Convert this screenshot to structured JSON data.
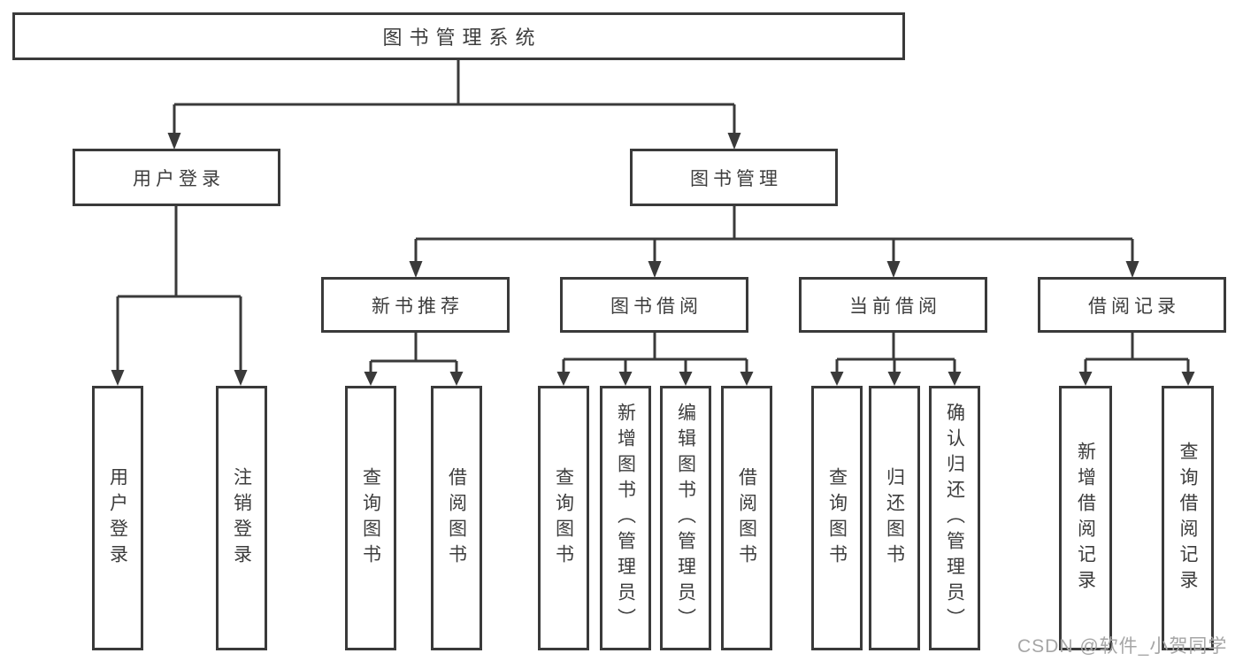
{
  "tree": {
    "root": {
      "label": "图书管理系统"
    },
    "branches": [
      {
        "label": "用户登录",
        "children": [
          {
            "label": "用户登录"
          },
          {
            "label": "注销登录"
          }
        ]
      },
      {
        "label": "图书管理",
        "children": [
          {
            "label": "新书推荐",
            "children": [
              {
                "label": "查询图书"
              },
              {
                "label": "借阅图书"
              }
            ]
          },
          {
            "label": "图书借阅",
            "children": [
              {
                "label": "查询图书"
              },
              {
                "label": "新增图书（管理员）"
              },
              {
                "label": "编辑图书（管理员）"
              },
              {
                "label": "借阅图书"
              }
            ]
          },
          {
            "label": "当前借阅",
            "children": [
              {
                "label": "查询图书"
              },
              {
                "label": "归还图书"
              },
              {
                "label": "确认归还（管理员）"
              }
            ]
          },
          {
            "label": "借阅记录",
            "children": [
              {
                "label": "新增借阅记录"
              },
              {
                "label": "查询借阅记录"
              }
            ]
          }
        ]
      }
    ]
  },
  "watermark": {
    "text": "CSDN @软件_小贺同学"
  },
  "colors": {
    "line": "#3a3a3a",
    "text": "#3d3d3d",
    "watermark": "#a6a6a6",
    "background": "#ffffff",
    "box_background": "#ffffff"
  }
}
